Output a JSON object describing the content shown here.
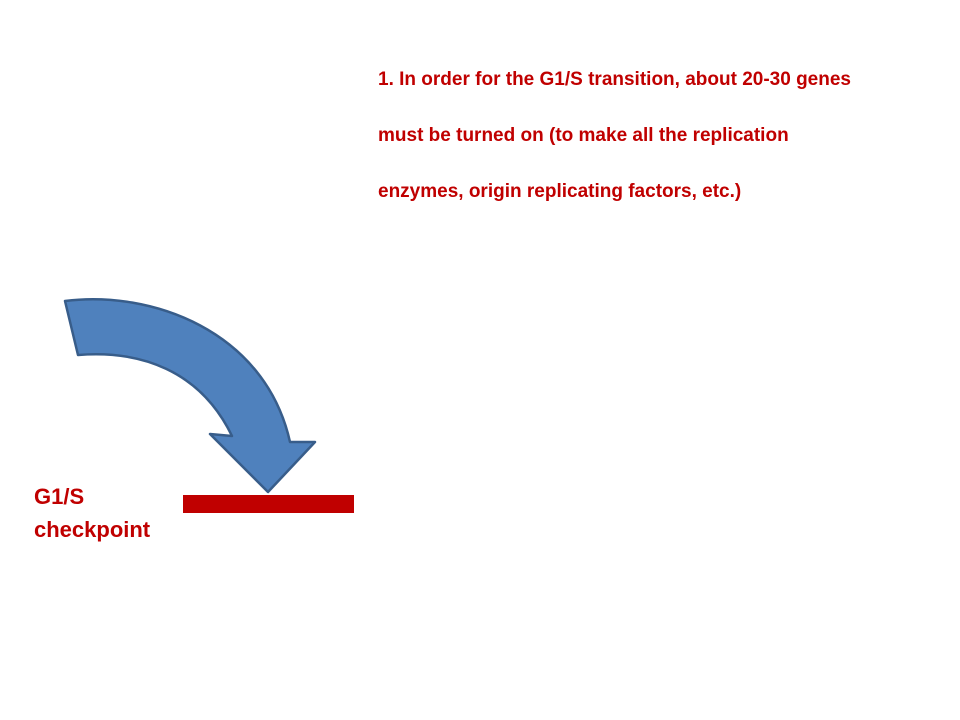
{
  "note": {
    "line1": "1.  In order for the G1/S transition, about 20-30 genes",
    "line2": "must be turned on (to make all the replication",
    "line3": "enzymes, origin replicating factors, etc.)"
  },
  "checkpoint": {
    "line1": "G1/S",
    "line2": "checkpoint"
  },
  "colors": {
    "text_red": "#c00000",
    "arrow_fill": "#4f81bd",
    "arrow_stroke": "#385d8a",
    "bar_red": "#c00000"
  }
}
